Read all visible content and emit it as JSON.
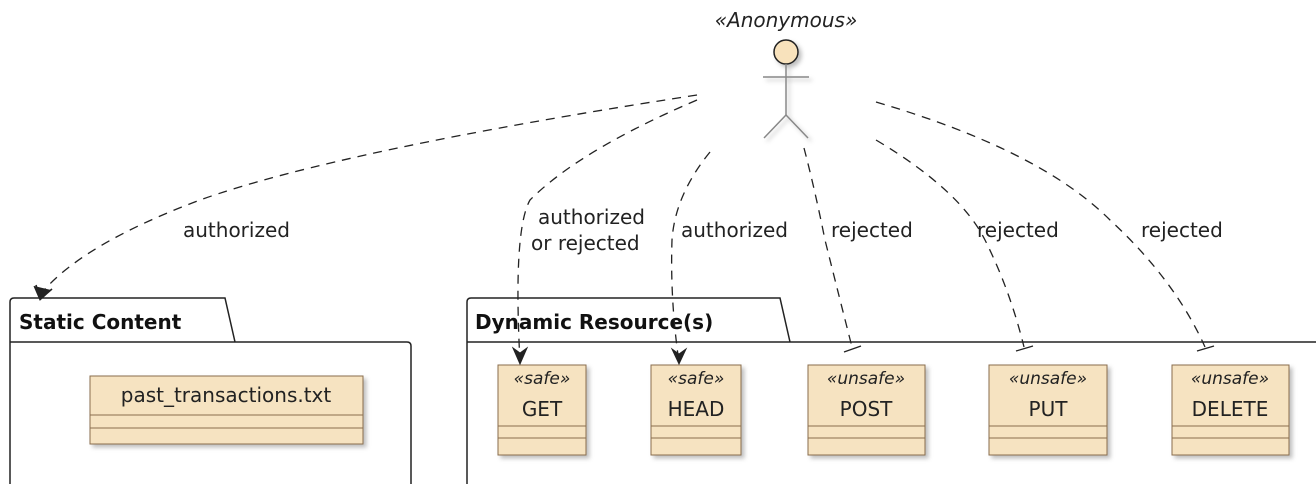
{
  "actor": {
    "stereotype": "«Anonymous»"
  },
  "packages": {
    "static": {
      "title": "Static Content",
      "items": [
        {
          "name": "past_transactions.txt"
        }
      ]
    },
    "dynamic": {
      "title": "Dynamic Resource(s)",
      "items": [
        {
          "stereotype": "«safe»",
          "name": "GET"
        },
        {
          "stereotype": "«safe»",
          "name": "HEAD"
        },
        {
          "stereotype": "«unsafe»",
          "name": "POST"
        },
        {
          "stereotype": "«unsafe»",
          "name": "PUT"
        },
        {
          "stereotype": "«unsafe»",
          "name": "DELETE"
        }
      ]
    }
  },
  "edges": {
    "static": "authorized",
    "get_line1": "authorized",
    "get_line2": "or rejected",
    "head": "authorized",
    "post": "rejected",
    "put": "rejected",
    "delete": "rejected"
  },
  "colors": {
    "actor_fill": "#F8E2BC",
    "class_fill": "#F6E3C1",
    "line": "#222222"
  }
}
